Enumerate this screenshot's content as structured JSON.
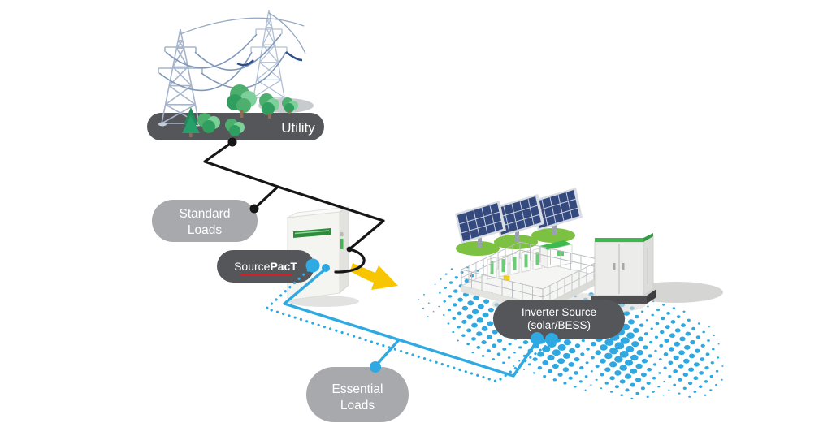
{
  "diagram": {
    "type": "microgrid-power-flow-illustration",
    "nodes": {
      "utility": {
        "label": "Utility"
      },
      "standard_loads": {
        "line1": "Standard",
        "line2": "Loads"
      },
      "sourcepact": {
        "prefix": "Source",
        "bold_suffix": "PacT"
      },
      "inverter_source": {
        "line1": "Inverter Source",
        "line2": "(solar/BESS)"
      },
      "essential_loads": {
        "line1": "Essential",
        "line2": "Loads"
      }
    },
    "icons": {
      "transmission-towers-icon": "lattice high-voltage towers with sagging wires",
      "trees-icon": "green trees and bushes on utility ground",
      "sourcepact-breaker-icon": "white SourcePacT switch enclosure with green label",
      "breaker-switch-icon": "black curved disconnect contact at enclosure",
      "power-flow-arrow-icon": "yellow arrow pointing to inverter source",
      "solar-panels-icon": "three tilted PV panels on green pad mounts",
      "bess-enclosure-icon": "fenced battery energy storage platform",
      "inverter-cabinet-icon": "double-door electrical cabinet with green top",
      "halftone-ground-icon": "blue halftone dot ground pattern"
    },
    "colors": {
      "node_dark": "#54565A",
      "node_light": "#A8A9AD",
      "utility_line": "#161616",
      "essential_line": "#2FA9E1",
      "arrow_yellow": "#F7C600",
      "accent_green": "#3DBA4E",
      "underline_red": "#D21F26",
      "halftone_blue": "#2FA8E1",
      "tower_steel": "#A6B5CB",
      "wire_blue": "#7F97B8"
    }
  }
}
